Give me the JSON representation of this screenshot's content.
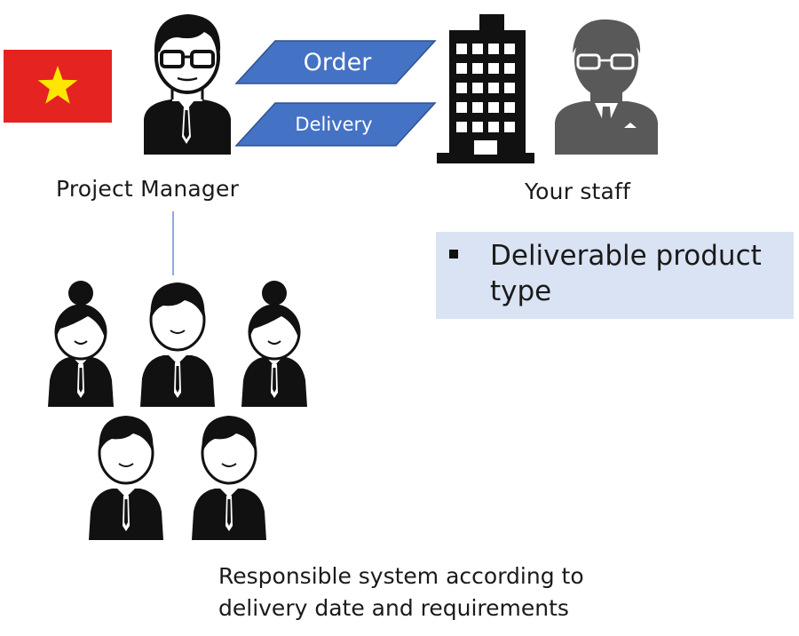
{
  "flag": {
    "icon": "vietnam-flag-icon",
    "field_color": "#e52320",
    "star_color": "#ffe600"
  },
  "project_manager": {
    "label": "Project Manager",
    "icon": "manager-person-icon"
  },
  "staff": {
    "label": "Your staff",
    "building_icon": "office-building-icon",
    "person_icon": "staff-person-icon"
  },
  "flow": {
    "order_label": "Order",
    "delivery_label": "Delivery",
    "arrow_color": "#4472c4"
  },
  "deliverable": {
    "text": "Deliverable product type",
    "background": "#dae3f3"
  },
  "team": {
    "icon": "team-member-icon",
    "member_count": 5
  },
  "caption": "Responsible system according to delivery date and requirements"
}
